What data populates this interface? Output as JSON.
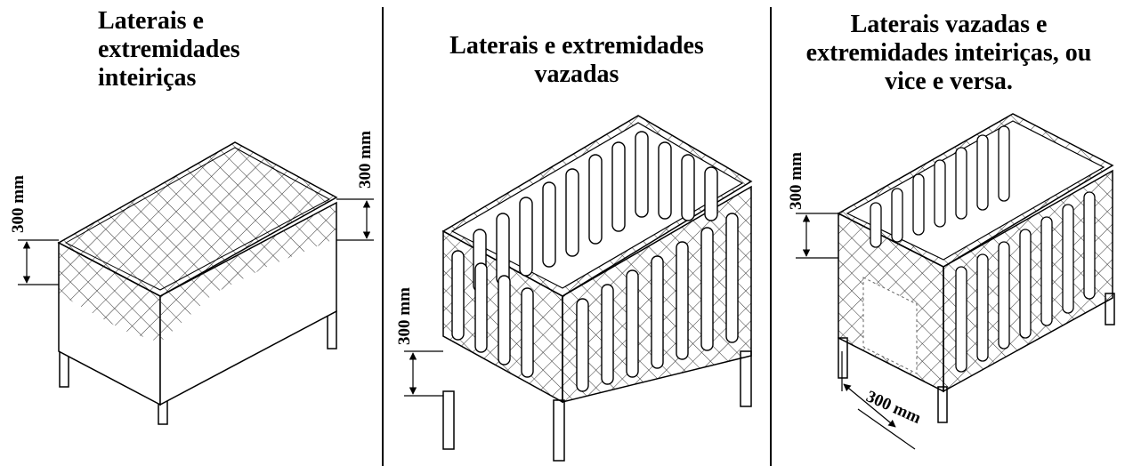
{
  "panels": [
    {
      "title_lines": [
        "Laterais e",
        "extremidades",
        "inteiriças"
      ],
      "dims": [
        "300 mm",
        "300 mm"
      ]
    },
    {
      "title_lines": [
        "Laterais e extremidades",
        "vazadas"
      ],
      "dims": [
        "300 mm"
      ]
    },
    {
      "title_lines": [
        "Laterais vazadas e",
        "extremidades inteiriças, ou",
        "vice e versa."
      ],
      "dims": [
        "300 mm",
        "300 mm"
      ]
    }
  ],
  "colors": {
    "line": "#000000",
    "mesh": "#333333",
    "background": "#ffffff"
  }
}
